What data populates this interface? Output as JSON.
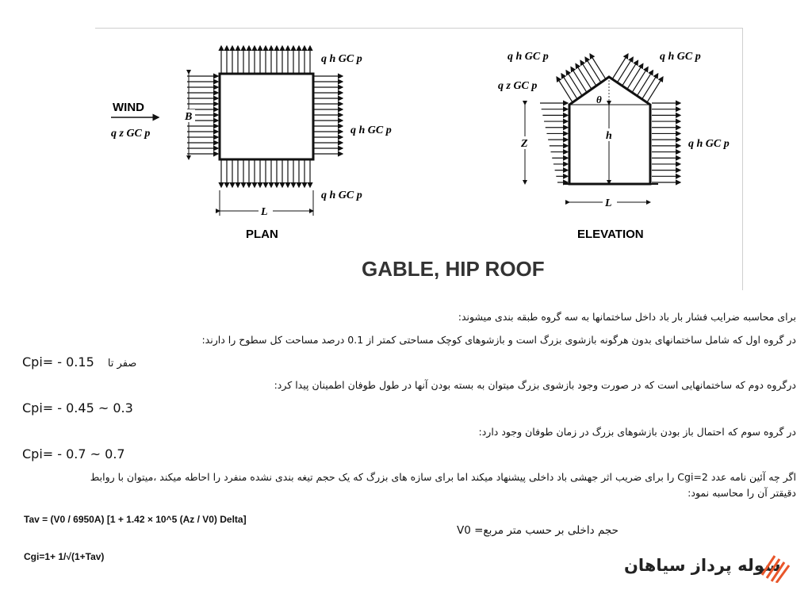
{
  "figure": {
    "left_label_wind": "WIND",
    "left_label_qz": "q z GC p",
    "label_B": "B",
    "label_L_plan": "L",
    "plan_caption": "PLAN",
    "plan_qh_top": "q h GC p",
    "plan_qh_right": "q h GC p",
    "plan_qh_bottom": "q h GC p",
    "elev_qh_left": "q h GC p",
    "elev_qh_right_top": "q h GC p",
    "elev_qz": "q z GC p",
    "elev_qh_right": "q h GC p",
    "label_theta": "θ",
    "label_Z": "Z",
    "label_h": "h",
    "label_L_elev": "L",
    "elev_caption": "ELEVATION",
    "main_caption": "GABLE, HIP ROOF"
  },
  "text": {
    "intro": "برای محاسبه ضرایب فشار بار باد داخل ساختمانها به سه گروه طبقه بندی میشوند:",
    "group1": "در گروه اول که شامل ساختمانهای بدون هرگونه بازشوی بزرگ است و بازشوهای کوچک مساحتی کمتر از 0.1 درصد مساحت کل سطوح را دارند:",
    "group1_prefix": "صفر تا",
    "group1_value": "Cpi= - 0.15",
    "group2": "درگروه دوم که ساختمانهایی است که در صورت وجود بازشوی بزرگ میتوان به بسته بودن آنها در طول طوفان اطمینان پیدا کرد:",
    "group2_value": "Cpi= - 0.45 ~ 0.3",
    "group3": "در گروه سوم که احتمال باز بودن بازشوهای بزرگ در زمان طوفان وجود دارد:",
    "group3_value": "Cpi= - 0.7 ~ 0.7",
    "note_line1": "اگر چه آئین نامه عدد Cgi=2 را برای ضریب اثر جهشی باد داخلی پیشنهاد میکند اما برای سازه های بزرگ که یک حجم تیغه بندی نشده منفرد را احاطه میکند ،میتوان با روابط",
    "note_line2": "دقیقتر آن را محاسبه نمود:",
    "tav_formula": "Tav = (V0 / 6950A) [1 + 1.42 × 10^5 (Az / V0) Delta]",
    "cgi_formula": "Cgi=1+ 1/√(1+Tav)",
    "v0_def": "حجم داخلی بر حسب متر مربع= V0"
  },
  "logo": {
    "text": "سوله پرداز سیاهان",
    "accent": "#e8562a"
  }
}
